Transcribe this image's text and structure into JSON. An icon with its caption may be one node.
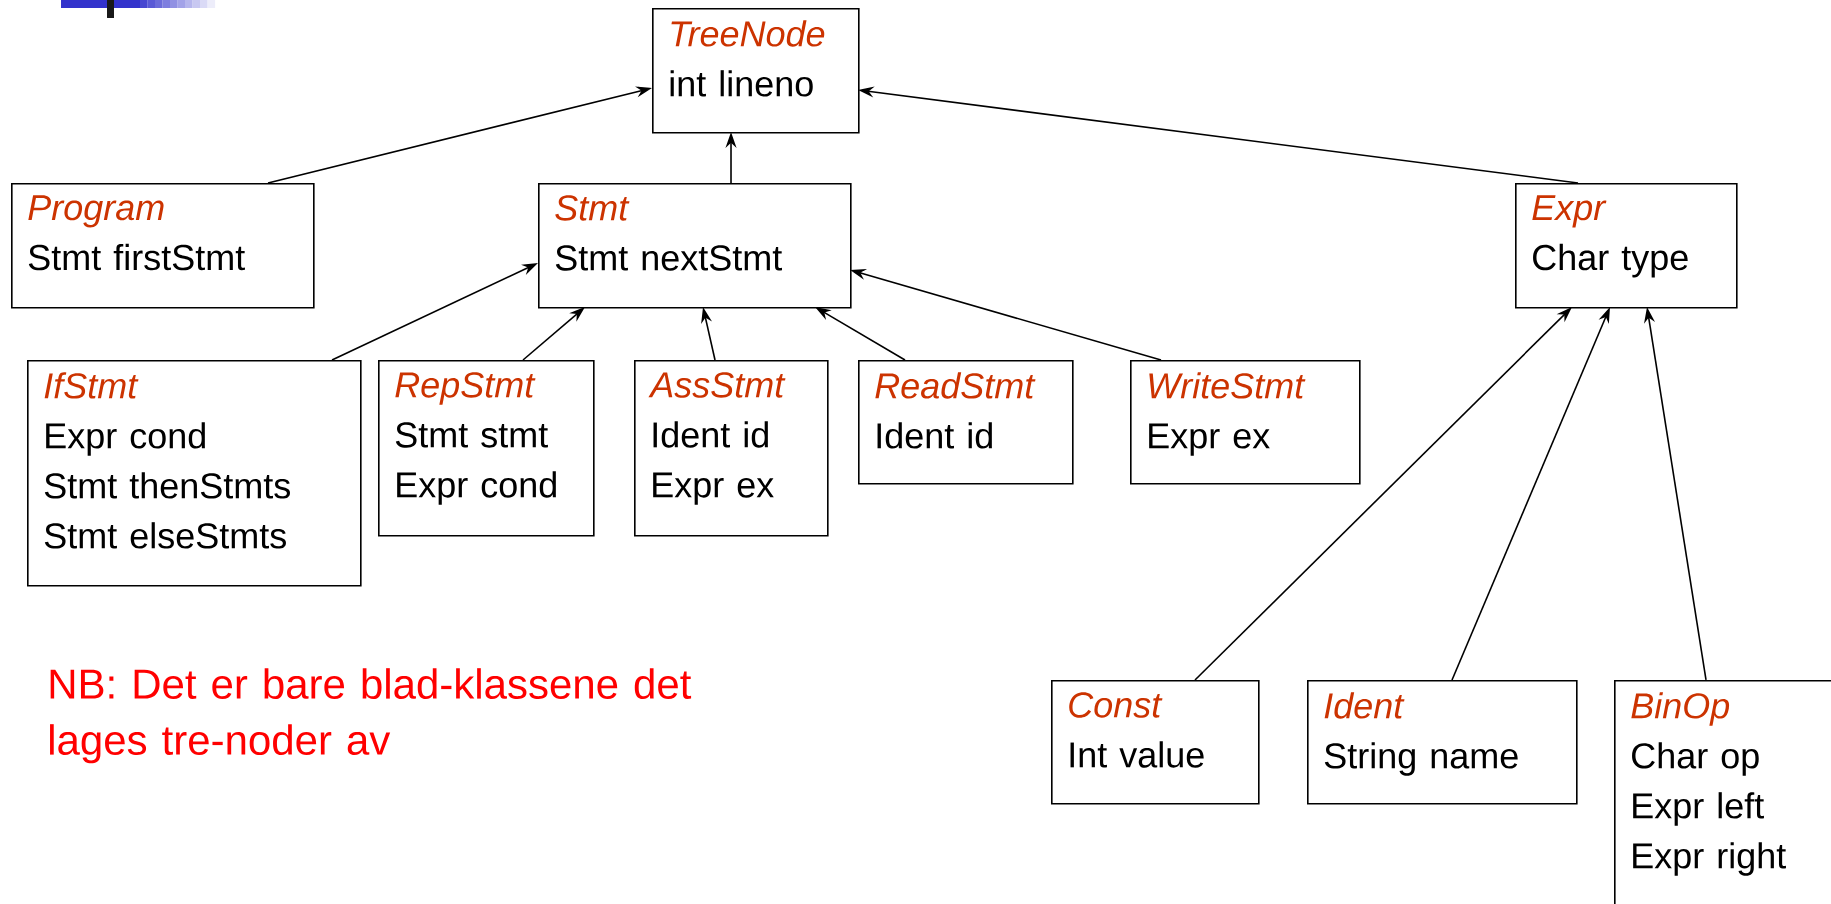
{
  "diagram": {
    "nodes": [
      {
        "text": [
          "TreeNode",
          "int lineno"
        ]
      },
      {
        "text": [
          "Program",
          "Stmt firstStmt"
        ]
      },
      {
        "text": [
          "Stmt",
          "Stmt nextStmt"
        ]
      },
      {
        "text": [
          "Expr",
          "Char type"
        ]
      },
      {
        "text": [
          "IfStmt",
          "Expr cond",
          "Stmt thenStmts",
          "Stmt elseStmts"
        ]
      },
      {
        "text": [
          "RepStmt",
          "Stmt stmt",
          "Expr cond"
        ]
      },
      {
        "text": [
          "AssStmt",
          "Ident id",
          "Expr ex"
        ]
      },
      {
        "text": [
          "ReadStmt",
          "Ident id"
        ]
      },
      {
        "text": [
          "WriteStmt",
          "Expr ex"
        ]
      },
      {
        "text": [
          "Const",
          "Int value"
        ]
      },
      {
        "text": [
          "Ident",
          "String name"
        ]
      },
      {
        "text": [
          "BinOp",
          "Char op",
          "Expr left",
          "Expr right"
        ]
      }
    ],
    "edges": [
      {
        "from": 1,
        "to": 0,
        "arrow": "to"
      },
      {
        "from": 2,
        "to": 0,
        "arrow": "to"
      },
      {
        "from": 3,
        "to": 0,
        "arrow": "to"
      },
      {
        "from": 4,
        "to": 2,
        "arrow": "to"
      },
      {
        "from": 5,
        "to": 2,
        "arrow": "to"
      },
      {
        "from": 6,
        "to": 2,
        "arrow": "to"
      },
      {
        "from": 7,
        "to": 2,
        "arrow": "to"
      },
      {
        "from": 8,
        "to": 2,
        "arrow": "to"
      },
      {
        "from": 9,
        "to": 3,
        "arrow": "to"
      },
      {
        "from": 10,
        "to": 3,
        "arrow": "to"
      },
      {
        "from": 11,
        "to": 3,
        "arrow": "to"
      }
    ],
    "labels": [
      "NB: Det er bare blad-klassene det lages tre-noder av"
    ]
  }
}
